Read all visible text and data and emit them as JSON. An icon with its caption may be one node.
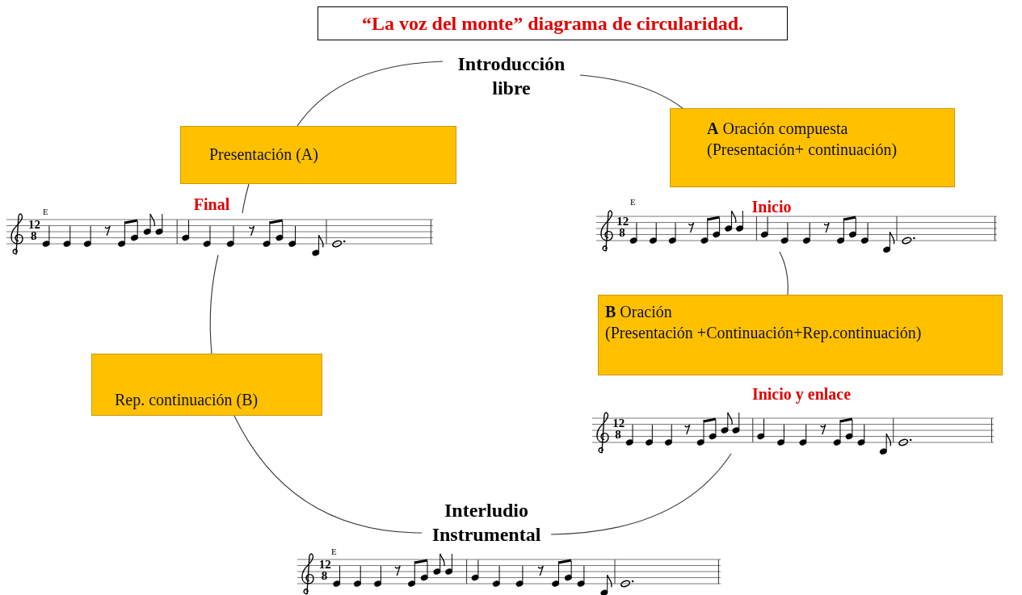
{
  "diagram": {
    "title": "“La voz del monte” diagrama de circularidad.",
    "nodes": [
      {
        "text": [
          "Introducción libre"
        ]
      },
      {
        "text": [
          "**A** Oración compuesta",
          "(Presentación+ continuación)"
        ]
      },
      {
        "text": [
          "12",
          "8"
        ],
        "beside": [
          "Inicio",
          "E"
        ]
      },
      {
        "text": [
          "**B** Oración",
          "(Presentación +Continuación+Rep.continuación)"
        ]
      },
      {
        "text": [
          "12",
          "8"
        ],
        "beside": [
          "Inicio y enlace"
        ]
      },
      {
        "text": [
          "Interludio Instrumental"
        ]
      },
      {
        "text": [
          "12",
          "8"
        ],
        "beside": [
          "E"
        ]
      },
      {
        "text": [
          "Rep. continuación (B)"
        ]
      },
      {
        "text": [
          "12",
          "8"
        ],
        "beside": [
          "Final",
          "E"
        ]
      },
      {
        "text": [
          "Presentación (A)"
        ]
      }
    ],
    "edges": [
      {
        "from": 9,
        "to": 0,
        "arrow": "none"
      },
      {
        "from": 0,
        "to": 1,
        "arrow": "none"
      },
      {
        "from": 2,
        "to": 3,
        "arrow": "none"
      },
      {
        "from": 4,
        "to": 5,
        "arrow": "none"
      },
      {
        "from": 5,
        "to": 7,
        "arrow": "none"
      },
      {
        "from": 7,
        "to": 8,
        "arrow": "none"
      },
      {
        "from": 8,
        "to": 9,
        "arrow": "none"
      }
    ]
  }
}
